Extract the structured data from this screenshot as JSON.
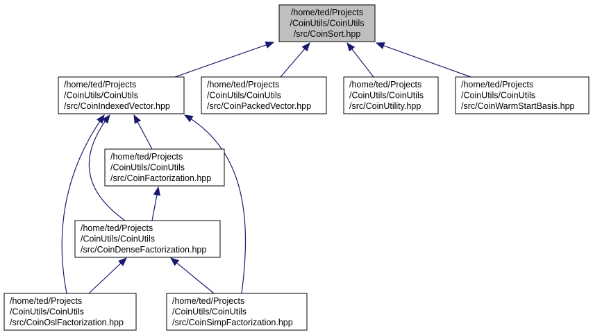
{
  "graph": {
    "nodes": [
      {
        "id": "coinsort",
        "lines": [
          "/home/ted/Projects",
          "/CoinUtils/CoinUtils",
          "/src/CoinSort.hpp"
        ],
        "highlight": true
      },
      {
        "id": "coinindexedvector",
        "lines": [
          "/home/ted/Projects",
          "/CoinUtils/CoinUtils",
          "/src/CoinIndexedVector.hpp"
        ]
      },
      {
        "id": "coinpackedvector",
        "lines": [
          "/home/ted/Projects",
          "/CoinUtils/CoinUtils",
          "/src/CoinPackedVector.hpp"
        ]
      },
      {
        "id": "coinutility",
        "lines": [
          "/home/ted/Projects",
          "/CoinUtils/CoinUtils",
          "/src/CoinUtility.hpp"
        ]
      },
      {
        "id": "coinwarmstartbasis",
        "lines": [
          "/home/ted/Projects",
          "/CoinUtils/CoinUtils",
          "/src/CoinWarmStartBasis.hpp"
        ]
      },
      {
        "id": "coinfactorization",
        "lines": [
          "/home/ted/Projects",
          "/CoinUtils/CoinUtils",
          "/src/CoinFactorization.hpp"
        ]
      },
      {
        "id": "coindensefactorization",
        "lines": [
          "/home/ted/Projects",
          "/CoinUtils/CoinUtils",
          "/src/CoinDenseFactorization.hpp"
        ]
      },
      {
        "id": "coinoslfactorization",
        "lines": [
          "/home/ted/Projects",
          "/CoinUtils/CoinUtils",
          "/src/CoinOslFactorization.hpp"
        ]
      },
      {
        "id": "coinsimpfactorization",
        "lines": [
          "/home/ted/Projects",
          "/CoinUtils/CoinUtils",
          "/src/CoinSimpFactorization.hpp"
        ]
      }
    ],
    "edges": [
      {
        "from": "coinindexedvector",
        "to": "coinsort"
      },
      {
        "from": "coinpackedvector",
        "to": "coinsort"
      },
      {
        "from": "coinutility",
        "to": "coinsort"
      },
      {
        "from": "coinwarmstartbasis",
        "to": "coinsort"
      },
      {
        "from": "coinfactorization",
        "to": "coinindexedvector"
      },
      {
        "from": "coindensefactorization",
        "to": "coinindexedvector"
      },
      {
        "from": "coinoslfactorization",
        "to": "coinindexedvector"
      },
      {
        "from": "coinsimpfactorization",
        "to": "coinindexedvector"
      },
      {
        "from": "coindensefactorization",
        "to": "coinfactorization"
      },
      {
        "from": "coinoslfactorization",
        "to": "coindensefactorization"
      },
      {
        "from": "coinsimpfactorization",
        "to": "coindensefactorization"
      }
    ],
    "colors": {
      "edge": "#191970",
      "highlight_fill": "#bfbfbf",
      "node_border": "#000000"
    }
  }
}
